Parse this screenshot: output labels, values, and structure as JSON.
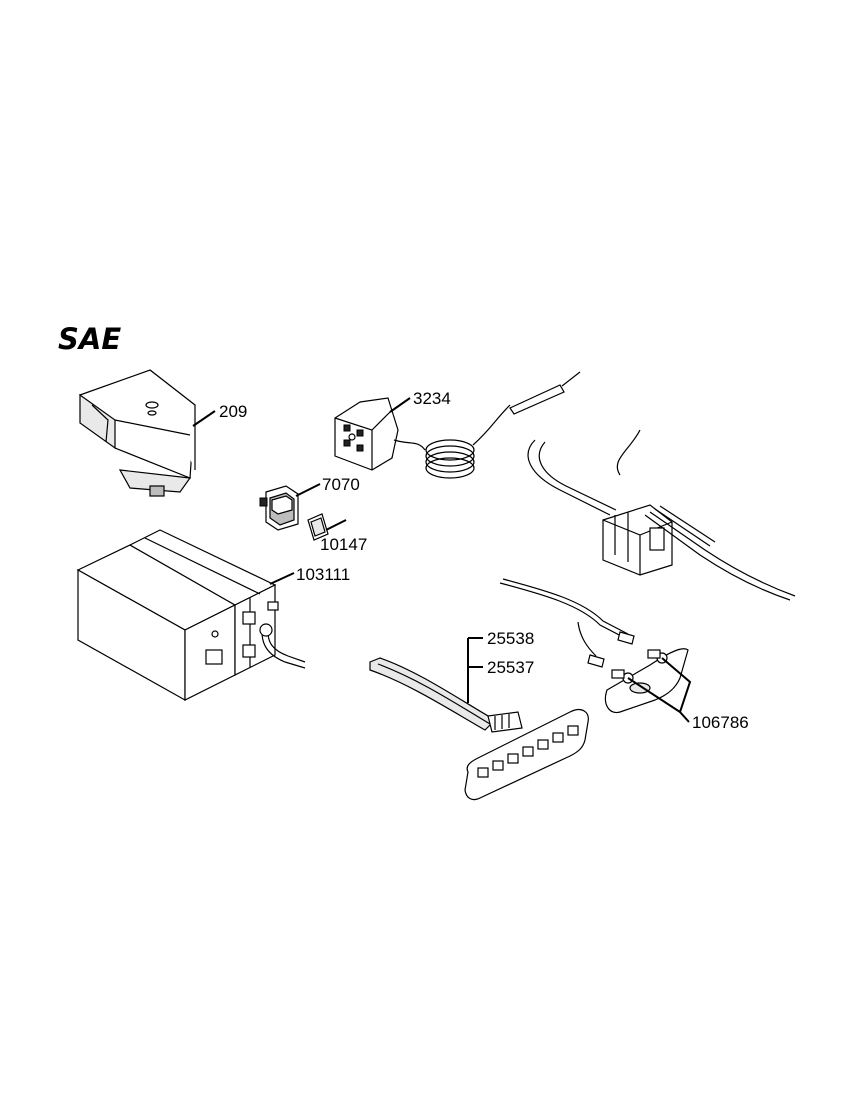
{
  "title": "SAE",
  "callouts": [
    {
      "id": "cover",
      "label": "209"
    },
    {
      "id": "thermostat",
      "label": "3234"
    },
    {
      "id": "rocker-switch",
      "label": "7070"
    },
    {
      "id": "switch-window",
      "label": "10147"
    },
    {
      "id": "transformer",
      "label": "103111"
    },
    {
      "id": "ribbon-a",
      "label": "25538"
    },
    {
      "id": "ribbon-b",
      "label": "25537"
    },
    {
      "id": "lamp-sockets",
      "label": "106786"
    }
  ]
}
